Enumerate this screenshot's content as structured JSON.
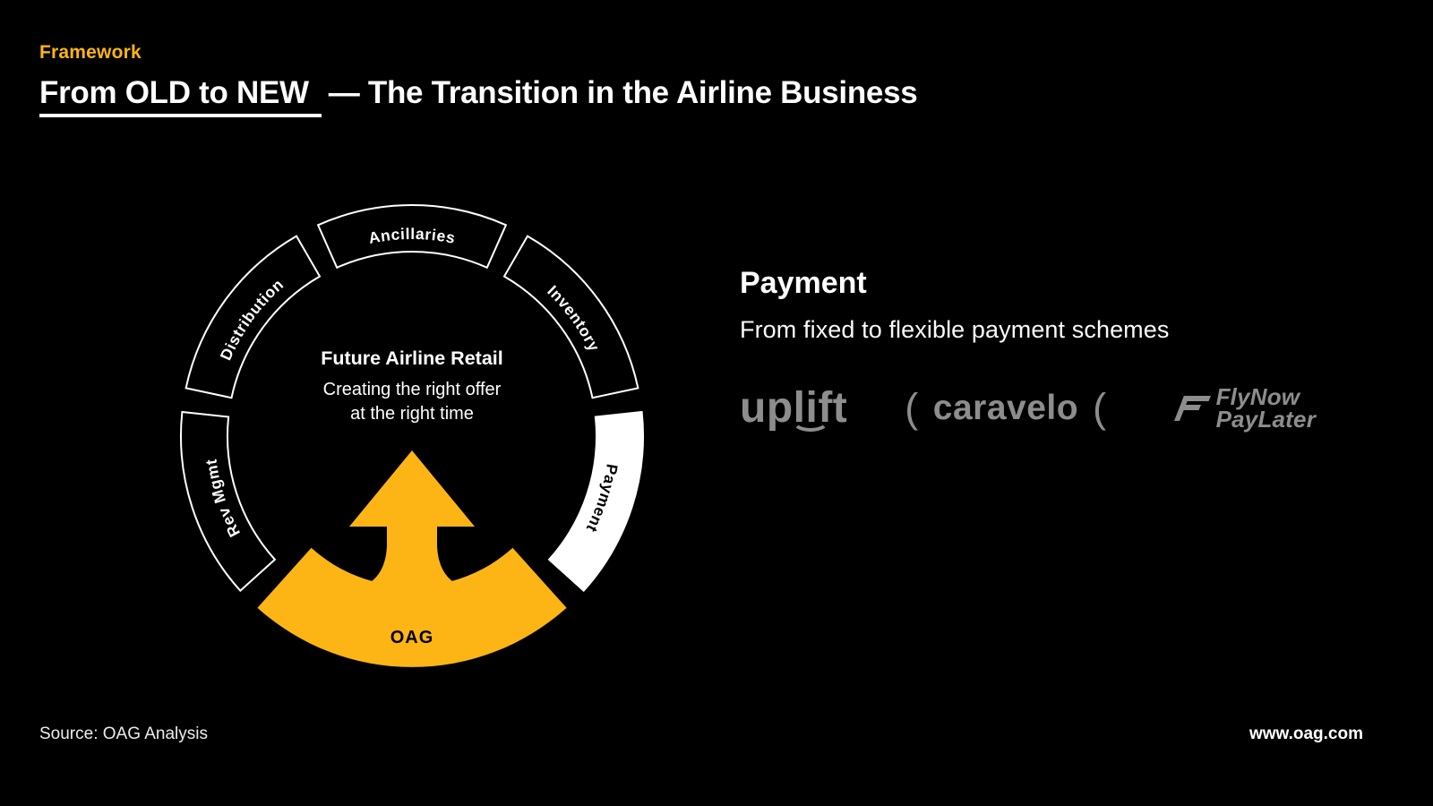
{
  "header": {
    "eyebrow": "Framework",
    "title_underlined": "From OLD to NEW",
    "title_rest": "— The Transition in the Airline Business"
  },
  "diagram": {
    "center_title": "Future Airline Retail",
    "center_line1": "Creating the right offer",
    "center_line2": "at the right time",
    "oag_label": "OAG",
    "segments": {
      "ancillaries": "Ancillaries",
      "inventory": "Inventory",
      "payment": "Payment",
      "rev_mgmt": "Rev Mgmt",
      "distribution": "Distribution"
    }
  },
  "detail": {
    "title": "Payment",
    "subtitle": "From fixed to flexible payment schemes",
    "logos": {
      "uplift": "uplift",
      "caravelo": "caravelo",
      "caravelo_left_mark": "(",
      "caravelo_right_mark": "(",
      "flynow_line1": "FlyNow",
      "flynow_line2": "PayLater"
    }
  },
  "footer": {
    "source": "Source: OAG Analysis",
    "website": "www.oag.com"
  },
  "colors": {
    "accent_yellow": "#FDB515",
    "logo_gray": "#8D8D8D",
    "background": "#000000",
    "highlight_segment": "#FFFFFF"
  }
}
